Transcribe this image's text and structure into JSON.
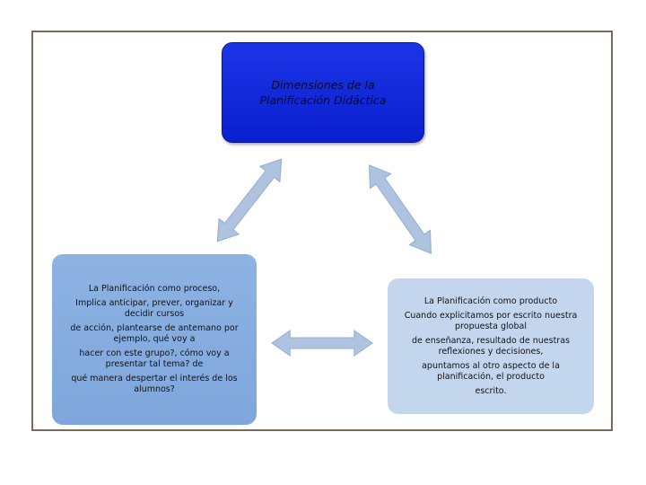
{
  "diagram": {
    "top_box": {
      "title": "Dimensiones de la\nPlanificación Didáctica"
    },
    "left_box": {
      "lines": [
        "La Planificación como proceso,",
        "Implica anticipar, prever, organizar y decidir cursos",
        "de acción, plantearse de antemano por ejemplo, qué voy a",
        "hacer con este grupo?, cómo voy a presentar tal tema? de",
        "qué manera despertar el interés de los alumnos?"
      ]
    },
    "right_box": {
      "lines": [
        "La Planificación como producto",
        "Cuando explicitamos por escrito nuestra propuesta global",
        "de enseñanza, resultado de nuestras reflexiones y decisiones,",
        "apuntamos al otro aspecto de la planificación, el producto",
        "escrito."
      ]
    },
    "colors": {
      "top_box_fill": "#0f24d9",
      "left_box_fill": "#87acdf",
      "right_box_fill": "#c4d6ee",
      "arrow_fill": "#aec3e0",
      "frame_border": "#7a6a55"
    }
  }
}
